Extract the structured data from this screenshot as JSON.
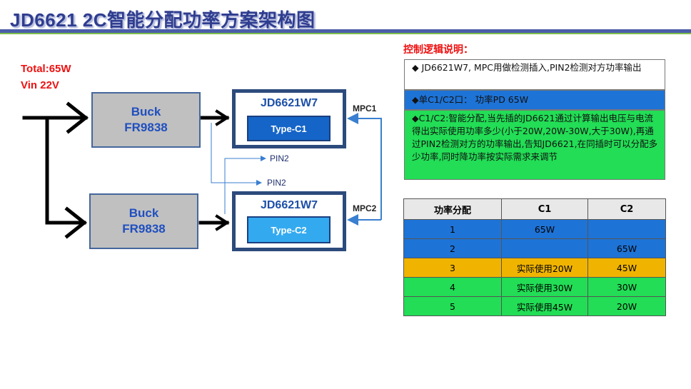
{
  "title": "JD6621  2C智能分配功率方案架构图",
  "input": {
    "total": "Total:65W",
    "vin": "Vin  22V"
  },
  "bucks": [
    {
      "line1": "Buck",
      "line2": "FR9838"
    },
    {
      "line1": "Buck",
      "line2": "FR9838"
    }
  ],
  "controllers": [
    {
      "chip": "JD6621W7",
      "port": "Type-C1",
      "port_color": "#1565c8"
    },
    {
      "chip": "JD6621W7",
      "port": "Type-C2",
      "port_color": "#33aaf0"
    }
  ],
  "signals": {
    "mpc1": "MPC1",
    "mpc2": "MPC2",
    "pin2_a": "PIN2",
    "pin2_b": "PIN2"
  },
  "logic": {
    "title": "控制逻辑说明：",
    "notes": [
      {
        "text": "◆ JD6621W7, MPC用做检测插入,PIN2检测对方功率输出",
        "bg": "#ffffff"
      },
      {
        "text": "◆单C1/C2口：  功率PD 65W",
        "bg": "#1e73d6"
      },
      {
        "text": "◆C1/C2:智能分配,当先插的JD6621通过计算输出电压与电流得出实际使用功率多少(小于20W,20W-30W,大于30W),再通过PIN2检测对方的功率输出,告知JD6621,在同插时可以分配多少功率,同时降功率按实际需求来调节",
        "bg": "#22dd55"
      }
    ]
  },
  "table": {
    "headers": [
      "功率分配",
      "C1",
      "C2"
    ],
    "rows": [
      {
        "cells": [
          "1",
          "65W",
          ""
        ],
        "bg": "#1e73d6"
      },
      {
        "cells": [
          "2",
          "",
          "65W"
        ],
        "bg": "#1e73d6"
      },
      {
        "cells": [
          "3",
          "实际使用20W",
          "45W"
        ],
        "bg": "#f0b400"
      },
      {
        "cells": [
          "4",
          "实际使用30W",
          "30W"
        ],
        "bg": "#22dd55"
      },
      {
        "cells": [
          "5",
          "实际使用45W",
          "20W"
        ],
        "bg": "#22dd55"
      }
    ]
  }
}
